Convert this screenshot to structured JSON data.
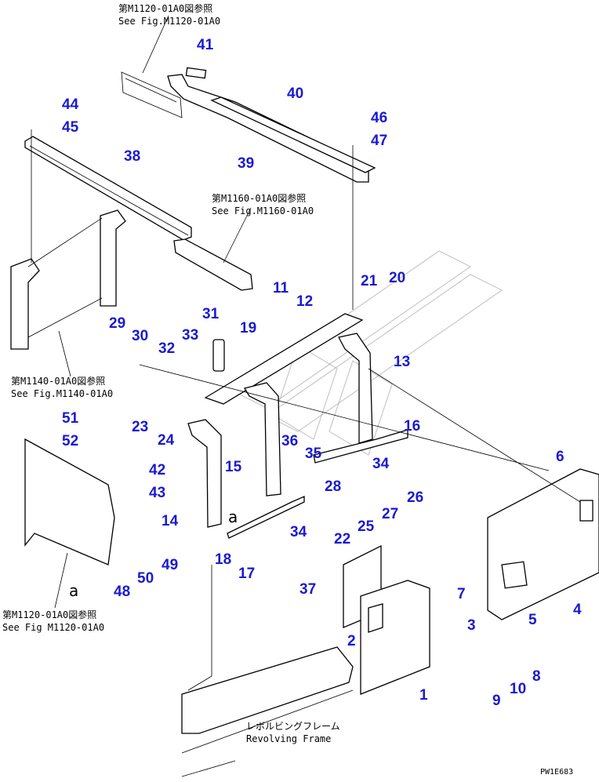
{
  "diagram": {
    "drawing_code": "PW1E683",
    "part_numbers": [
      "1",
      "2",
      "3",
      "4",
      "5",
      "6",
      "7",
      "8",
      "9",
      "10",
      "11",
      "12",
      "13",
      "14",
      "15",
      "16",
      "17",
      "18",
      "19",
      "20",
      "21",
      "22",
      "23",
      "24",
      "25",
      "26",
      "27",
      "28",
      "29",
      "30",
      "31",
      "32",
      "33",
      "34",
      "34",
      "35",
      "36",
      "37",
      "38",
      "39",
      "40",
      "41",
      "42",
      "43",
      "44",
      "45",
      "46",
      "47",
      "48",
      "49",
      "50",
      "51",
      "52"
    ],
    "references": [
      {
        "jp": "第M1120-01A0図参照",
        "en": "See Fig.M1120-01A0"
      },
      {
        "jp": "第M1160-01A0図参照",
        "en": "See Fig.M1160-01A0"
      },
      {
        "jp": "第M1140-01A0図参照",
        "en": "See Fig.M1140-01A0"
      },
      {
        "jp": "第M1120-01A0図参照",
        "en": "See Fig M1120-01A0"
      }
    ],
    "frame_label": {
      "jp": "レボルビングフレーム",
      "en": "Revolving Frame"
    },
    "section_marks": [
      "a",
      "a"
    ]
  }
}
